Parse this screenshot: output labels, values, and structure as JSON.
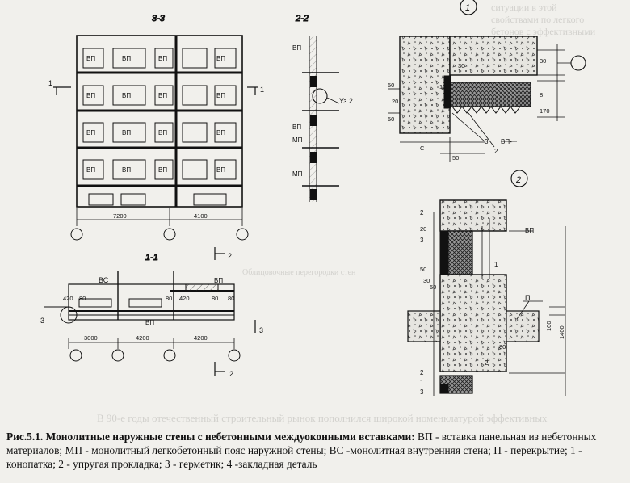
{
  "caption": {
    "figure_no": "Рис.5.1.",
    "title": "Монолитные наружные стены с небетонными междуоконными вставками:",
    "body": "ВП - вставка панельная из небетонных материалов; МП - монолитный легкобетонный пояс наружной стены; ВС -монолитная внутренняя стена; П - перекрытие; 1 - конопатка; 2 - упругая прокладка; 3 - герметик; 4 -закладная деталь"
  },
  "drawing": {
    "section_33": "3-3",
    "section_22": "2-2",
    "section_11": "1-1",
    "mark_1": "1",
    "mark_2": "2",
    "mark_3": "3",
    "mark_2_arrow": "2",
    "mark_3_arrow": "3",
    "node_1": "1",
    "node_2": "2",
    "node_label": "Уз.2",
    "vp": "ВП",
    "vp_arrow": "ВП-",
    "mp": "МП",
    "vs": "ВС",
    "p": "П",
    "dims_elev": [
      "7200",
      "4100"
    ],
    "dims_plan": [
      "3000",
      "4200",
      "4200"
    ],
    "dims_plan_small": [
      "420",
      "80",
      "80",
      "420",
      "80",
      "80"
    ],
    "dims_node1": [
      "50",
      "50",
      "30",
      "20",
      "30",
      "8",
      "170",
      "C",
      "50",
      "10",
      "2",
      "3"
    ],
    "dims_node2": [
      "2",
      "3",
      "20",
      "50",
      "30",
      "50",
      "2",
      "1",
      "3",
      "1400",
      "100",
      "2",
      "80"
    ]
  },
  "ghost_text": [
    "ситуации в этой",
    "свойствами по легкого",
    "бетонов с эффективными",
    "В 90-е годы отечественный строительный рынок пополнился широкой номенклатурой эффективных",
    "Облицовочные перегородки стен"
  ]
}
